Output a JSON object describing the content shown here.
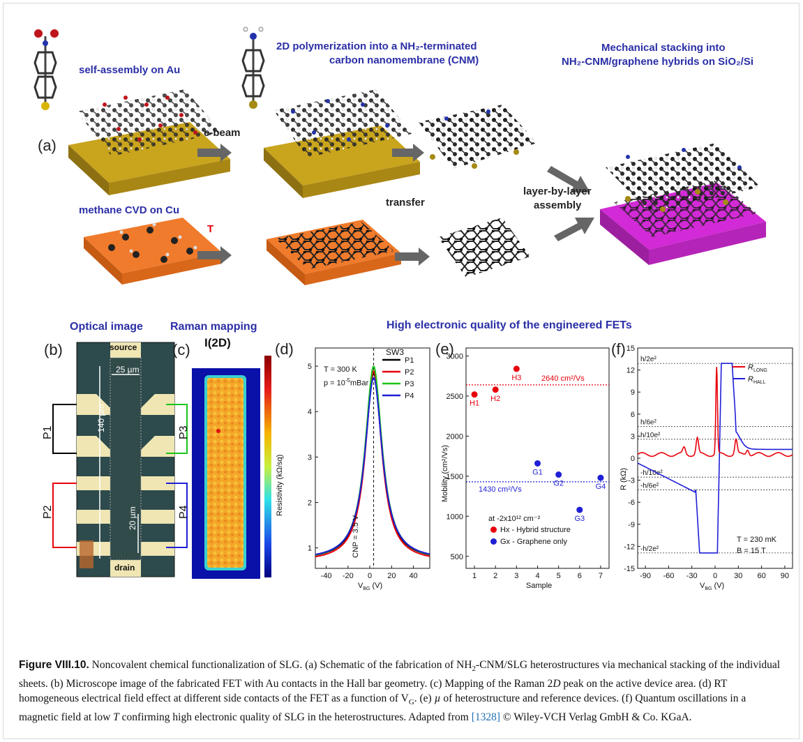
{
  "panel_a": {
    "label": "(a)",
    "self_assembly": "self-assembly on Au",
    "polymerization_line1": "2D polymerization into a NH₂-terminated",
    "polymerization_line2": "carbon nanomembrane (CNM)",
    "stacking_line1": "Mechanical stacking into",
    "stacking_line2": "NH₂-CNM/graphene hybrids on SiO₂/Si",
    "ebeam": "e-beam",
    "transfer": "transfer",
    "layer_line1": "layer-by-layer",
    "layer_line2": "assembly",
    "methane": "methane CVD on Cu",
    "temperature": "T"
  },
  "section_titles": {
    "optical": "Optical image",
    "raman": "Raman mapping",
    "quality": "High electronic quality of the engineered FETs"
  },
  "panel_b": {
    "label": "(b)",
    "source": "source",
    "drain": "drain",
    "width": "25 µm",
    "length": "140 µm",
    "spacing": "20 µm",
    "probes": [
      "P1",
      "P2",
      "P3",
      "P4"
    ]
  },
  "panel_c": {
    "label": "(c)",
    "title": "I(2D)"
  },
  "chart_data": [
    {
      "panel": "(d)",
      "type": "line",
      "xlabel": "V",
      "xlabel_sub": "BG",
      "xlabel_unit": " (V)",
      "ylabel": "Resistivity (kΩ/sq)",
      "xlim": [
        -50,
        55
      ],
      "ylim": [
        0.55,
        5.4
      ],
      "xticks": [
        -40,
        -20,
        0,
        20,
        40
      ],
      "yticks": [
        1,
        2,
        3,
        4,
        5
      ],
      "legend_title": "SW3",
      "annotations": [
        "T = 300 K",
        "p = 10",
        "-5",
        "mBar",
        "CNP = 3.5 V"
      ],
      "cnp": 3.5,
      "series": [
        {
          "name": "P1",
          "color": "#000000",
          "peak": 4.85,
          "gamma": 9.3,
          "base": 0.17
        },
        {
          "name": "P2",
          "color": "#e8000b",
          "peak": 4.9,
          "gamma": 9.0,
          "base": 0.14
        },
        {
          "name": "P3",
          "color": "#19c519",
          "peak": 5.0,
          "gamma": 9.4,
          "base": 0.17
        },
        {
          "name": "P4",
          "color": "#1f1fd6",
          "peak": 4.75,
          "gamma": 9.6,
          "base": 0.18
        }
      ]
    },
    {
      "panel": "(e)",
      "type": "scatter",
      "xlabel": "Sample",
      "ylabel": "Mobility (cm²/Vs)",
      "xlim": [
        0.6,
        7.4
      ],
      "ylim": [
        350,
        3100
      ],
      "xticks": [
        1,
        2,
        3,
        4,
        5,
        6,
        7
      ],
      "yticks": [
        500,
        1000,
        1500,
        2000,
        2500,
        3000
      ],
      "series": [
        {
          "name": "Hx - Hybrid structure",
          "color": "#e8000b",
          "points": [
            {
              "x": 1,
              "y": 2520,
              "label": "H1"
            },
            {
              "x": 2,
              "y": 2580,
              "label": "H2"
            },
            {
              "x": 3,
              "y": 2840,
              "label": "H3"
            }
          ]
        },
        {
          "name": "Gx - Graphene only",
          "color": "#1f1fd6",
          "points": [
            {
              "x": 4,
              "y": 1660,
              "label": "G1"
            },
            {
              "x": 5,
              "y": 1520,
              "label": "G2"
            },
            {
              "x": 6,
              "y": 1080,
              "label": "G3"
            },
            {
              "x": 7,
              "y": 1480,
              "label": "G4"
            }
          ]
        }
      ],
      "reference_lines": [
        {
          "y": 2640,
          "label": "2640 cm²/Vs",
          "color": "#e8000b"
        },
        {
          "y": 1430,
          "label": "1430 cm²/Vs",
          "color": "#1f1fd6"
        }
      ],
      "annotation": "at -2x10¹² cm⁻²"
    },
    {
      "panel": "(f)",
      "type": "line",
      "xlabel": "V",
      "xlabel_sub": "BG",
      "xlabel_unit": " (V)",
      "ylabel": "R (kΩ)",
      "xlim": [
        -100,
        100
      ],
      "ylim": [
        -15,
        15
      ],
      "xticks": [
        -90,
        -60,
        -30,
        0,
        30,
        60,
        90
      ],
      "yticks": [
        -15,
        -12,
        -9,
        -6,
        -3,
        0,
        3,
        6,
        9,
        12,
        15
      ],
      "plateaus": [
        {
          "y": 12.9,
          "label": "h/2e²"
        },
        {
          "y": 4.3,
          "label": "h/6e²"
        },
        {
          "y": 2.58,
          "label": "h/10e²"
        },
        {
          "y": -2.58,
          "label": "-h/10e²"
        },
        {
          "y": -4.3,
          "label": "-h/6e²"
        },
        {
          "y": -12.9,
          "label": "-h/2e²"
        }
      ],
      "series": [
        {
          "name": "R_LONG",
          "base": "R",
          "sub": "LONG",
          "color": "#e8000b"
        },
        {
          "name": "R_HALL",
          "base": "R",
          "sub": "HALL",
          "color": "#1f1fd6"
        }
      ],
      "annotations": [
        "T = 230 mK",
        "B = 15 T"
      ]
    }
  ],
  "caption": {
    "label": "Figure VIII.10.",
    "p1": "  Noncovalent chemical functionalization of SLG. (a) Schematic of the fabrication of NH",
    "p2": "-CNM/SLG heterostructures via mechanical stacking of the individual sheets. (b) Microscope image of the fabricated FET with Au contacts in the Hall bar geometry. (c) Mapping of the Raman 2",
    "p3": "D",
    "p4": " peak on the active device area. (d) RT homogeneous electrical field effect at different side contacts of the FET as a function of V",
    "p5": "G",
    "p6": ". (e) ",
    "p7": "µ",
    "p8": " of heterostructure and reference devices. (f) Quantum oscillations in a magnetic field at low ",
    "p9": "T",
    "p10": " confirming high electronic quality of SLG in the heterostructures. Adapted from ",
    "ref": "[1328]",
    "p11": " © Wiley-VCH Verlag GmbH & Co. KGaA."
  }
}
